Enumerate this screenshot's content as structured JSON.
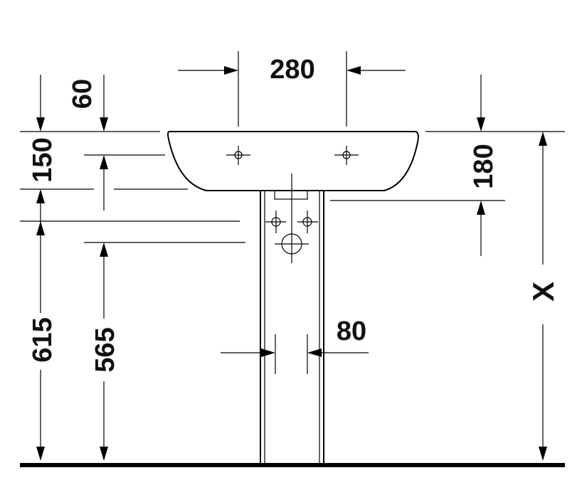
{
  "dimensions": {
    "tap_hole_spacing": "280",
    "rim_offset": "60",
    "bowl_depth_left": "150",
    "bowl_depth_right": "180",
    "floor_height_615": "615",
    "floor_height_565": "565",
    "pedestal_width": "80",
    "total_height": "X"
  },
  "colors": {
    "line": "#000000",
    "text": "#111111",
    "background": "#ffffff"
  }
}
